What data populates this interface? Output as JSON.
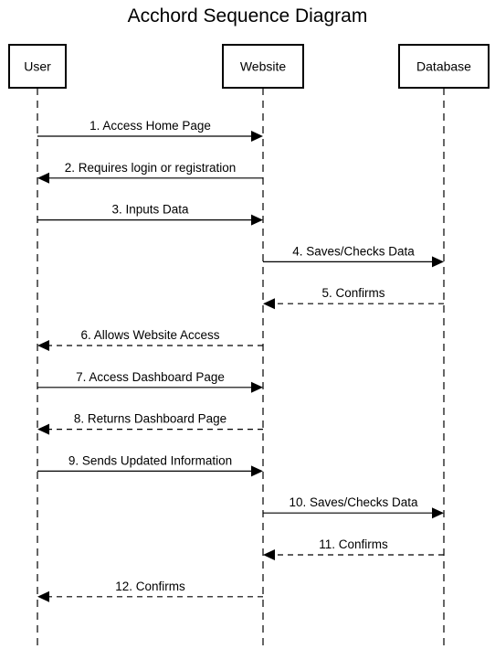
{
  "title": "Acchord Sequence Diagram",
  "participants": [
    {
      "id": "user",
      "label": "User"
    },
    {
      "id": "website",
      "label": "Website"
    },
    {
      "id": "database",
      "label": "Database"
    }
  ],
  "messages": [
    {
      "number": 1,
      "label": "1. Access Home Page",
      "from": "user",
      "to": "website",
      "style": "solid"
    },
    {
      "number": 2,
      "label": "2. Requires login or registration",
      "from": "website",
      "to": "user",
      "style": "solid"
    },
    {
      "number": 3,
      "label": "3. Inputs Data",
      "from": "user",
      "to": "website",
      "style": "solid"
    },
    {
      "number": 4,
      "label": "4. Saves/Checks Data",
      "from": "website",
      "to": "database",
      "style": "solid"
    },
    {
      "number": 5,
      "label": "5. Confirms",
      "from": "database",
      "to": "website",
      "style": "dashed"
    },
    {
      "number": 6,
      "label": "6. Allows Website Access",
      "from": "website",
      "to": "user",
      "style": "dashed"
    },
    {
      "number": 7,
      "label": "7. Access Dashboard Page",
      "from": "user",
      "to": "website",
      "style": "solid"
    },
    {
      "number": 8,
      "label": "8. Returns Dashboard Page",
      "from": "website",
      "to": "user",
      "style": "dashed"
    },
    {
      "number": 9,
      "label": "9. Sends Updated Information",
      "from": "user",
      "to": "website",
      "style": "solid"
    },
    {
      "number": 10,
      "label": "10. Saves/Checks Data",
      "from": "website",
      "to": "database",
      "style": "solid"
    },
    {
      "number": 11,
      "label": "11. Confirms",
      "from": "database",
      "to": "website",
      "style": "dashed"
    },
    {
      "number": 12,
      "label": "12. Confirms",
      "from": "website",
      "to": "user",
      "style": "dashed"
    }
  ]
}
